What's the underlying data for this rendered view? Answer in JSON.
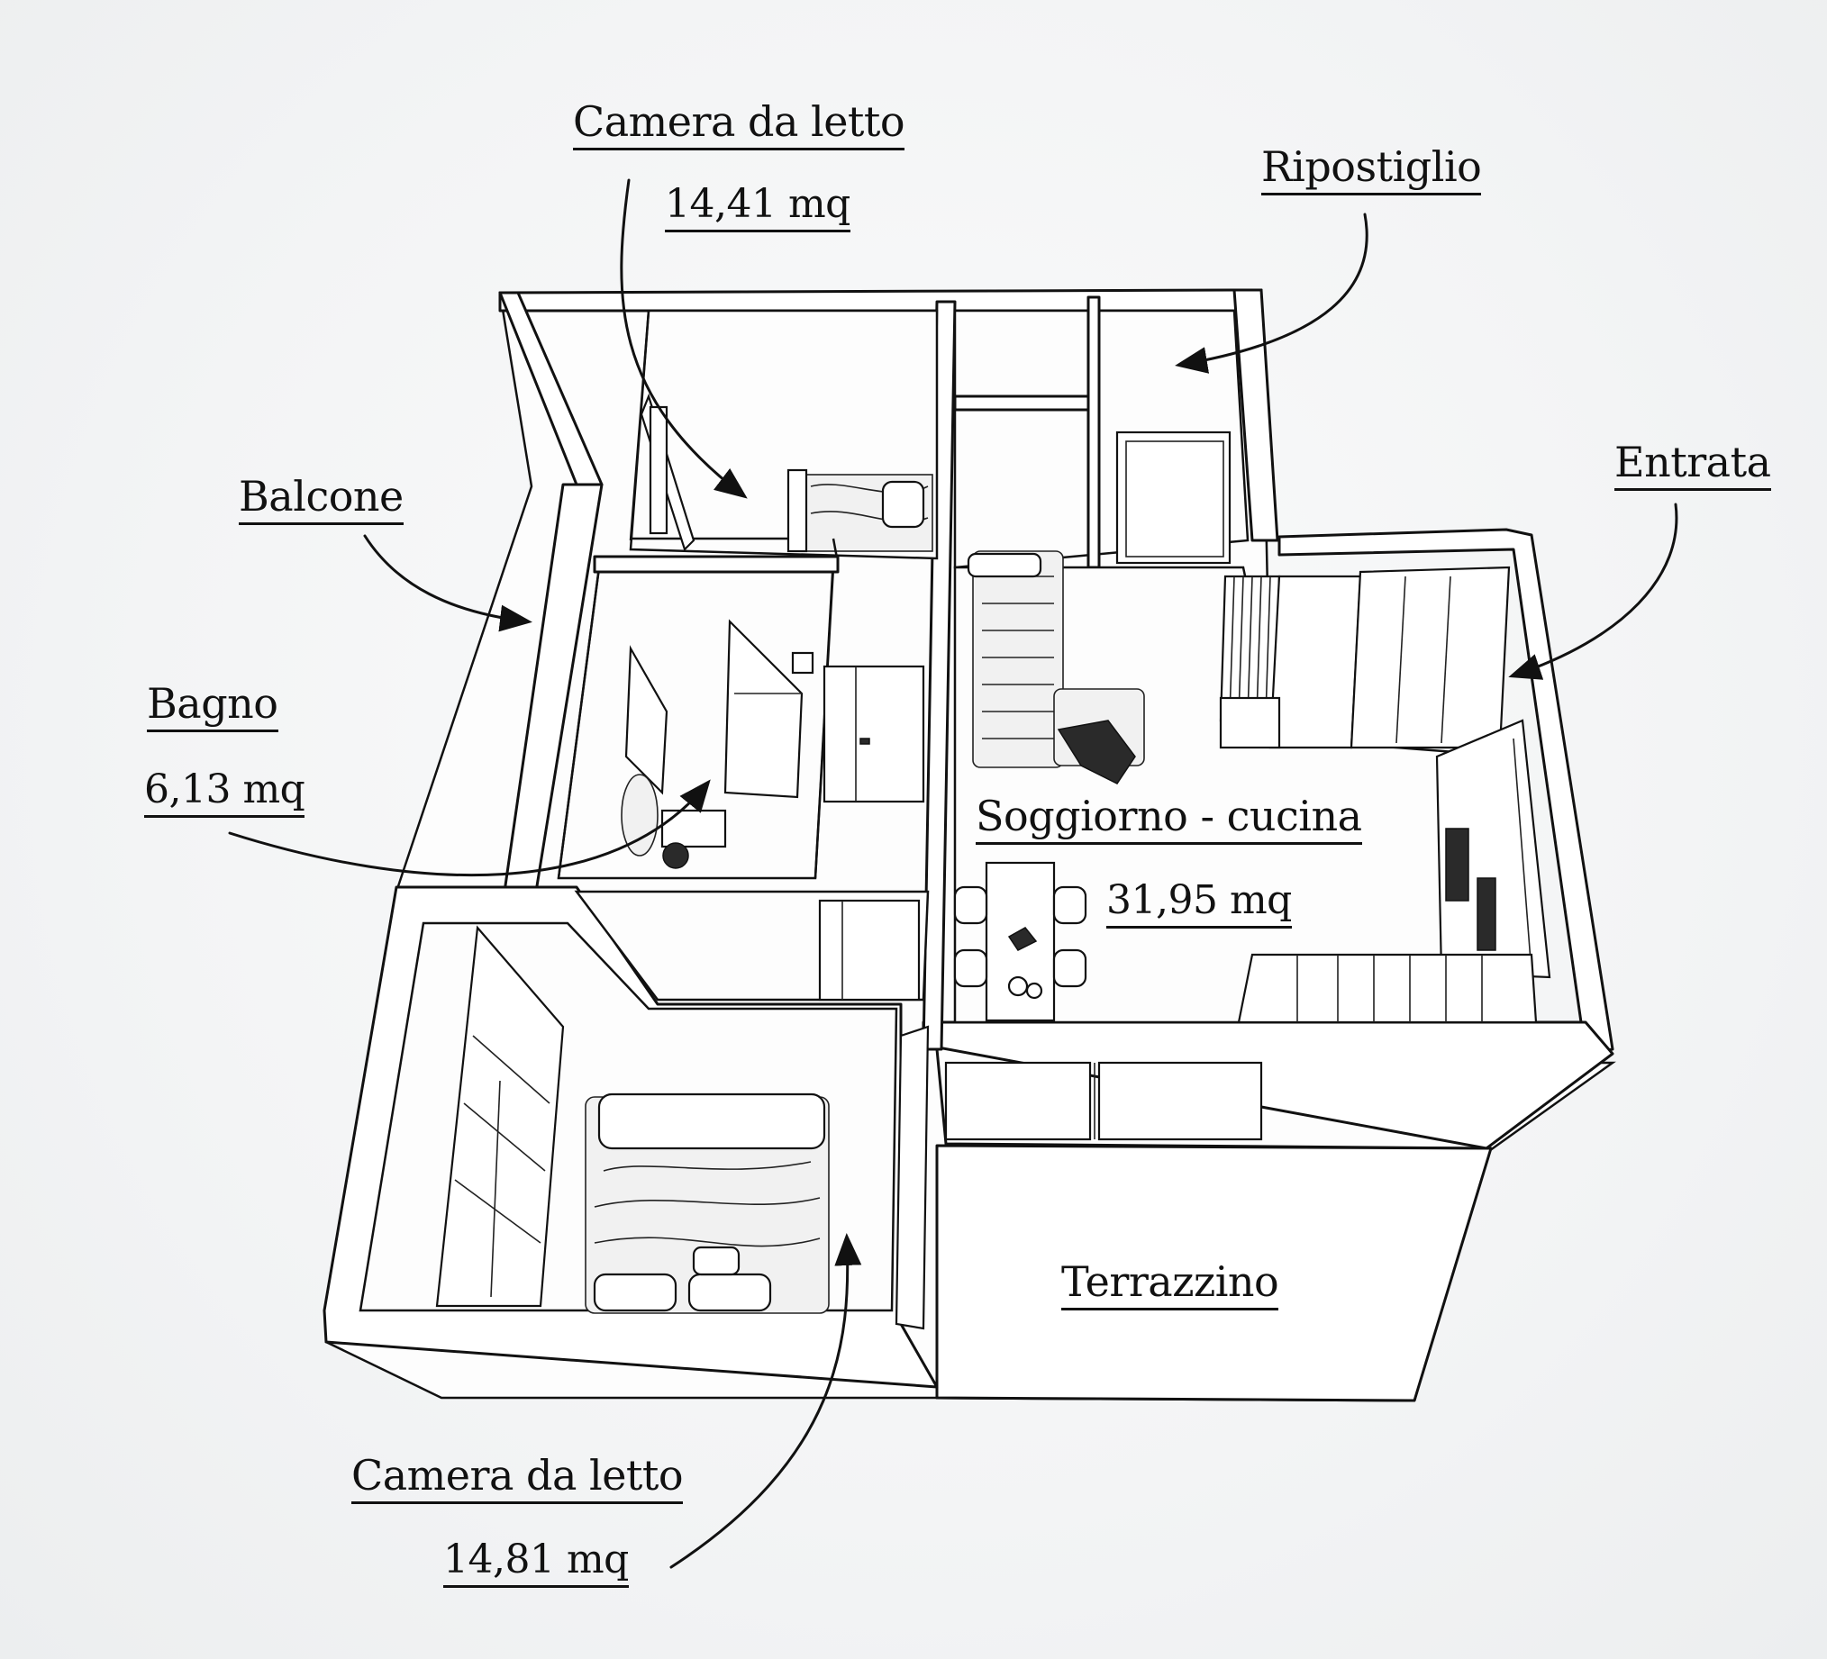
{
  "title": "Pianta appartamento",
  "rooms": {
    "bedroom_top": {
      "name": "Camera da letto",
      "area": "14,41 mq"
    },
    "storage": {
      "name": "Ripostiglio"
    },
    "balcony": {
      "name": "Balcone"
    },
    "entrance": {
      "name": "Entrata"
    },
    "bathroom": {
      "name": "Bagno",
      "area": "6,13 mq"
    },
    "living_kitchen": {
      "name": "Soggiorno - cucina",
      "area": "31,95 mq"
    },
    "terrace": {
      "name": "Terrazzino"
    },
    "bedroom_bottom": {
      "name": "Camera da letto",
      "area": "14,81 mq"
    }
  }
}
